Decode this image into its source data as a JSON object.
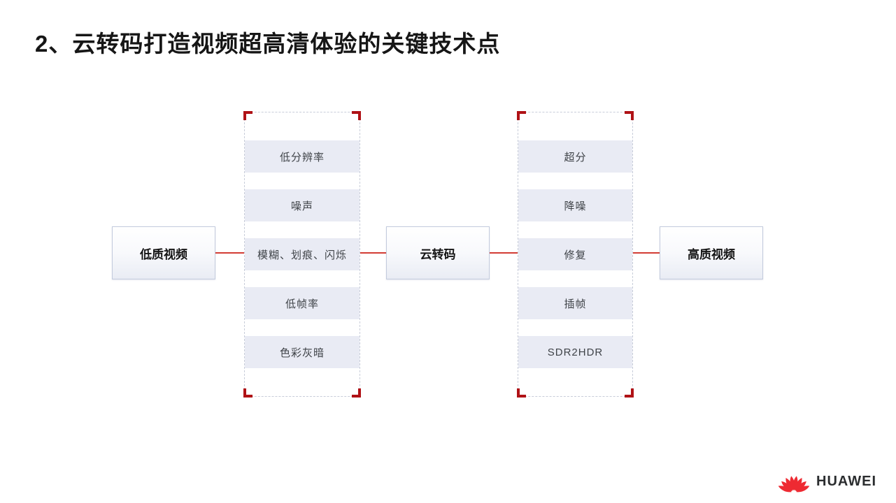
{
  "slide": {
    "title": "2、云转码打造视频超高清体验的关键技术点"
  },
  "diagram": {
    "input_node": {
      "label": "低质视频"
    },
    "process_node": {
      "label": "云转码"
    },
    "output_node": {
      "label": "高质视频"
    },
    "defects_group": {
      "items": [
        "低分辨率",
        "噪声",
        "模糊、划痕、闪烁",
        "低帧率",
        "色彩灰暗"
      ]
    },
    "enhancements_group": {
      "items": [
        "超分",
        "降噪",
        "修复",
        "插帧",
        "SDR2HDR"
      ]
    }
  },
  "branding": {
    "logo_icon": "huawei-flower-icon",
    "logo_text": "HUAWEI"
  },
  "colors": {
    "connector_red": "#d23c34",
    "bracket_red": "#b01216",
    "row_background": "#e9ebf4",
    "node_border": "#c3cbdd",
    "logo_red": "#cf0a2c",
    "title_color": "#161616"
  }
}
